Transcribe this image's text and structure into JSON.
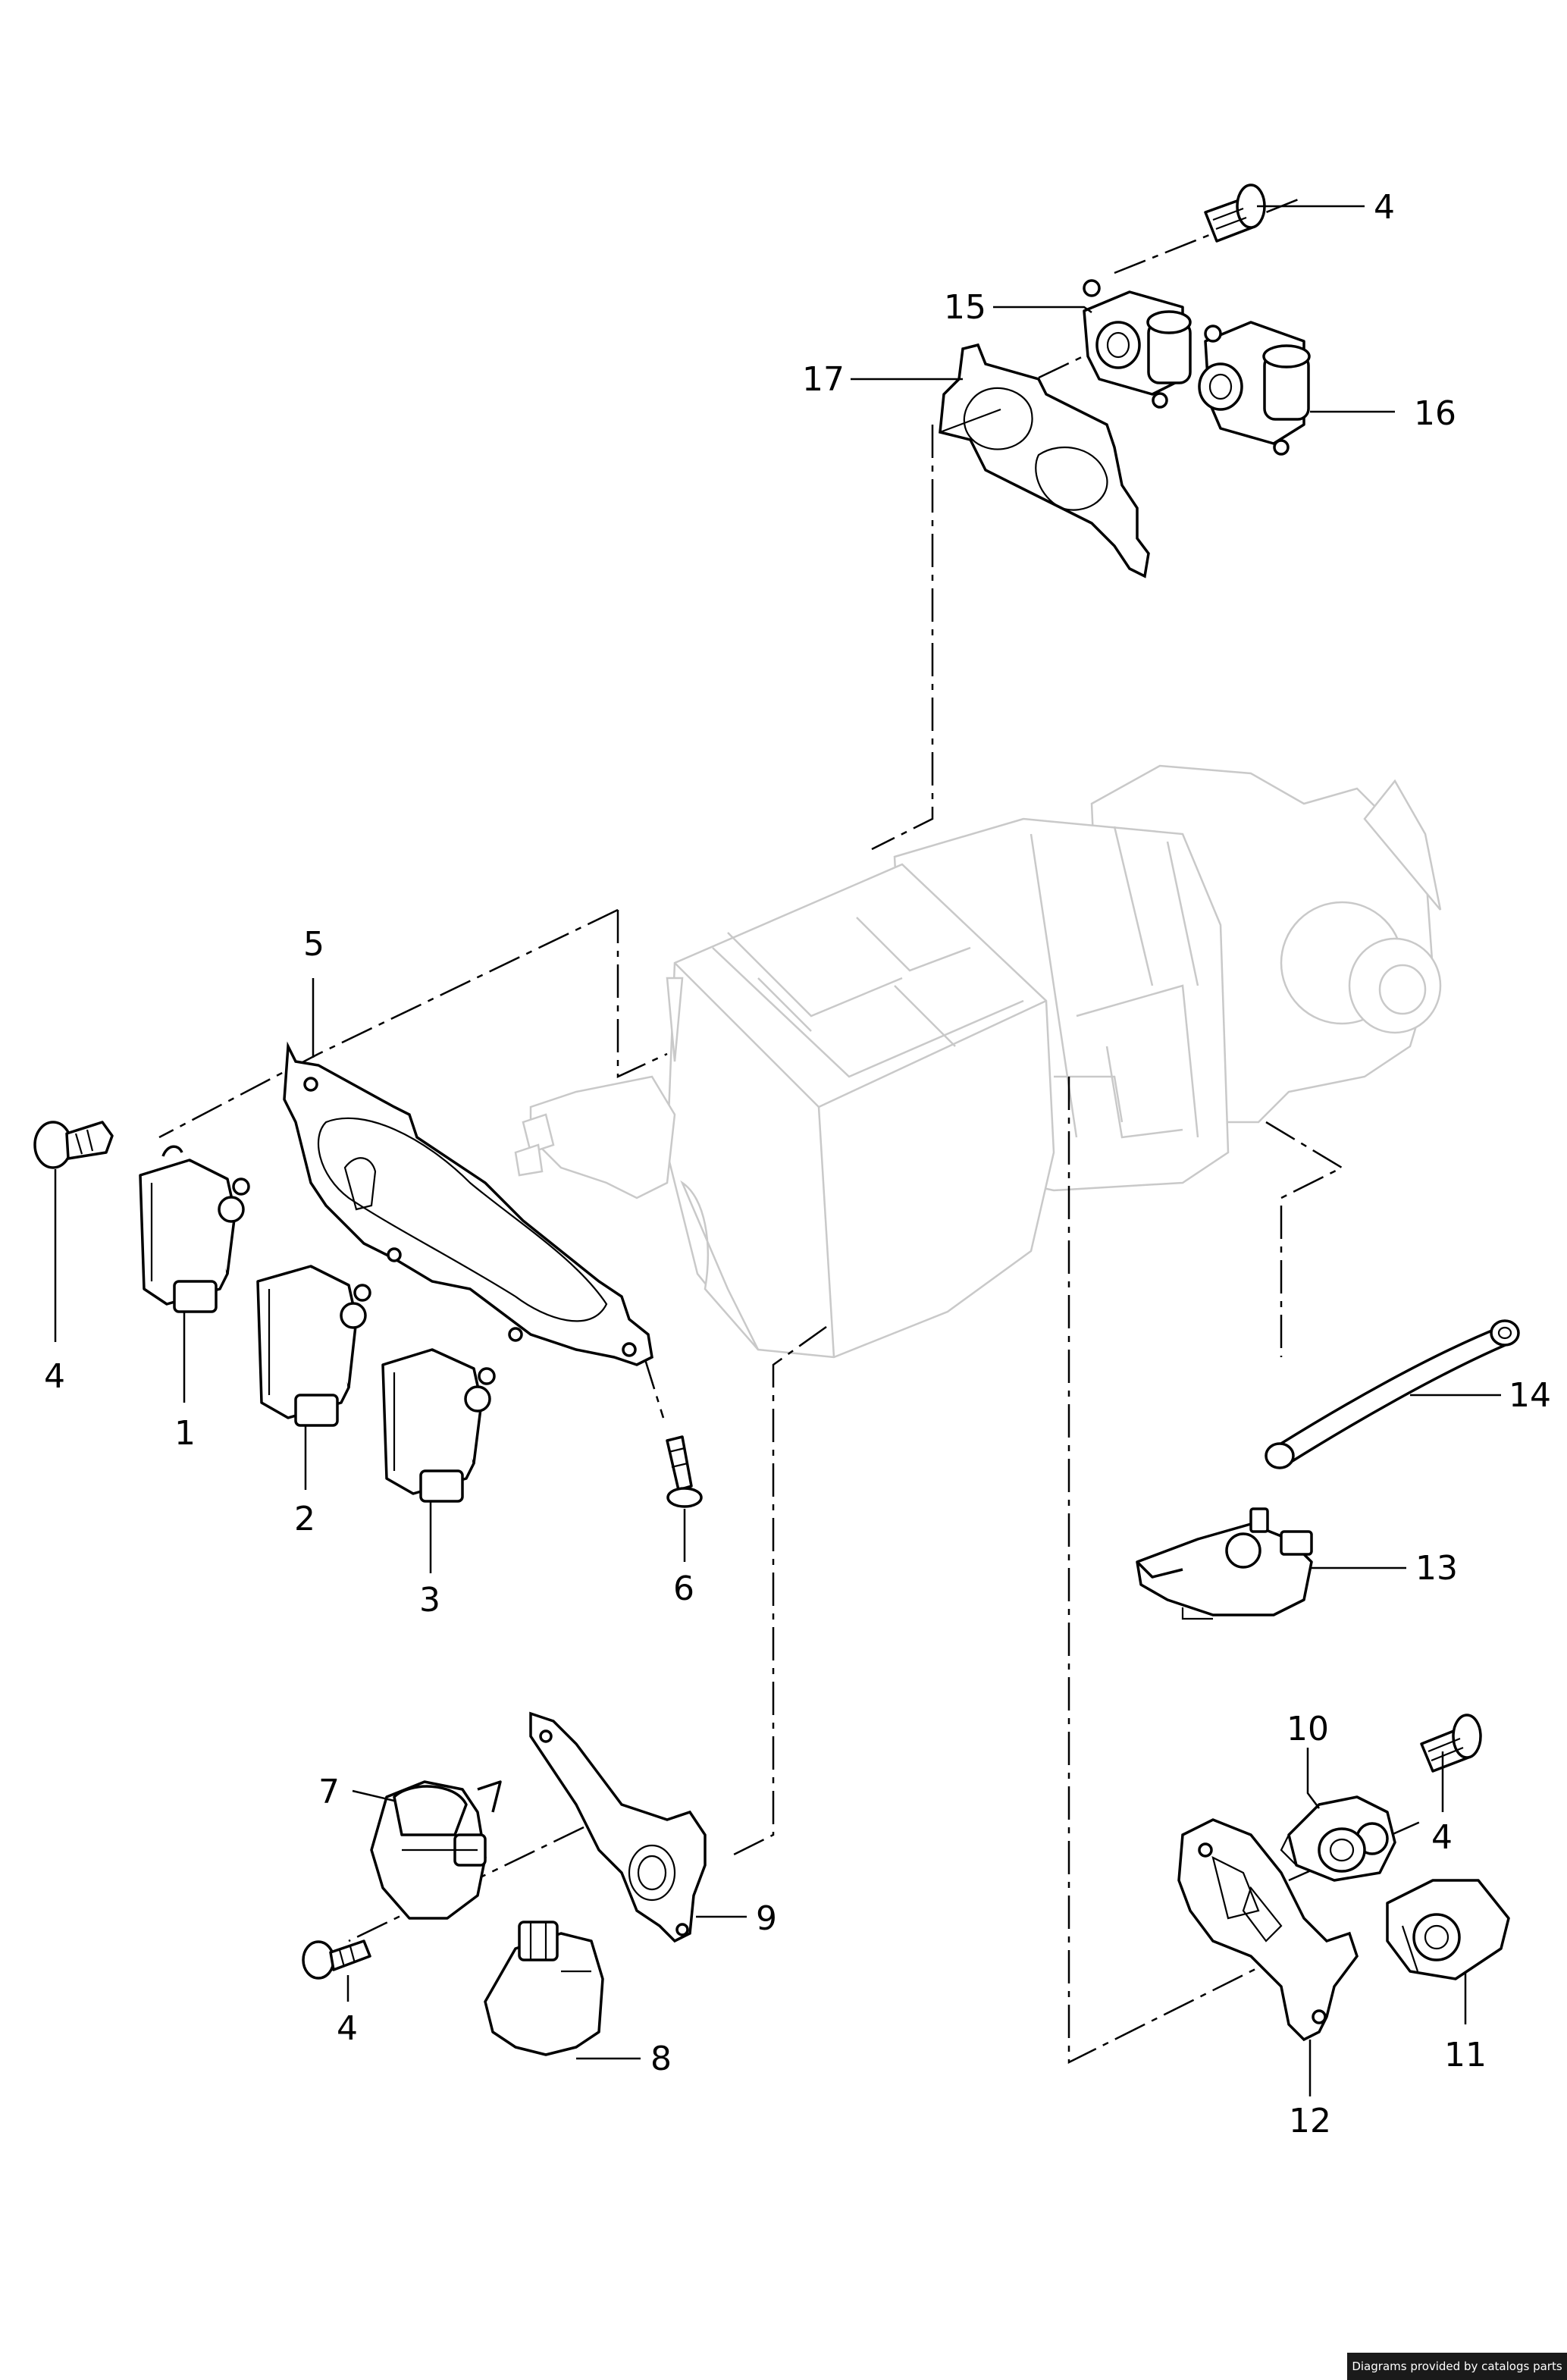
{
  "diagram": {
    "callouts": [
      {
        "id": "c4a",
        "label": "4"
      },
      {
        "id": "c15",
        "label": "15"
      },
      {
        "id": "c17",
        "label": "17"
      },
      {
        "id": "c16",
        "label": "16"
      },
      {
        "id": "c5",
        "label": "5"
      },
      {
        "id": "c4b",
        "label": "4"
      },
      {
        "id": "c1",
        "label": "1"
      },
      {
        "id": "c2",
        "label": "2"
      },
      {
        "id": "c3",
        "label": "3"
      },
      {
        "id": "c6",
        "label": "6"
      },
      {
        "id": "c14",
        "label": "14"
      },
      {
        "id": "c13",
        "label": "13"
      },
      {
        "id": "c10",
        "label": "10"
      },
      {
        "id": "c4c",
        "label": "4"
      },
      {
        "id": "c11",
        "label": "11"
      },
      {
        "id": "c12",
        "label": "12"
      },
      {
        "id": "c7",
        "label": "7"
      },
      {
        "id": "c9",
        "label": "9"
      },
      {
        "id": "c4d",
        "label": "4"
      },
      {
        "id": "c8",
        "label": "8"
      }
    ]
  },
  "footer": {
    "credit": "Diagrams provided by catalogs parts"
  }
}
